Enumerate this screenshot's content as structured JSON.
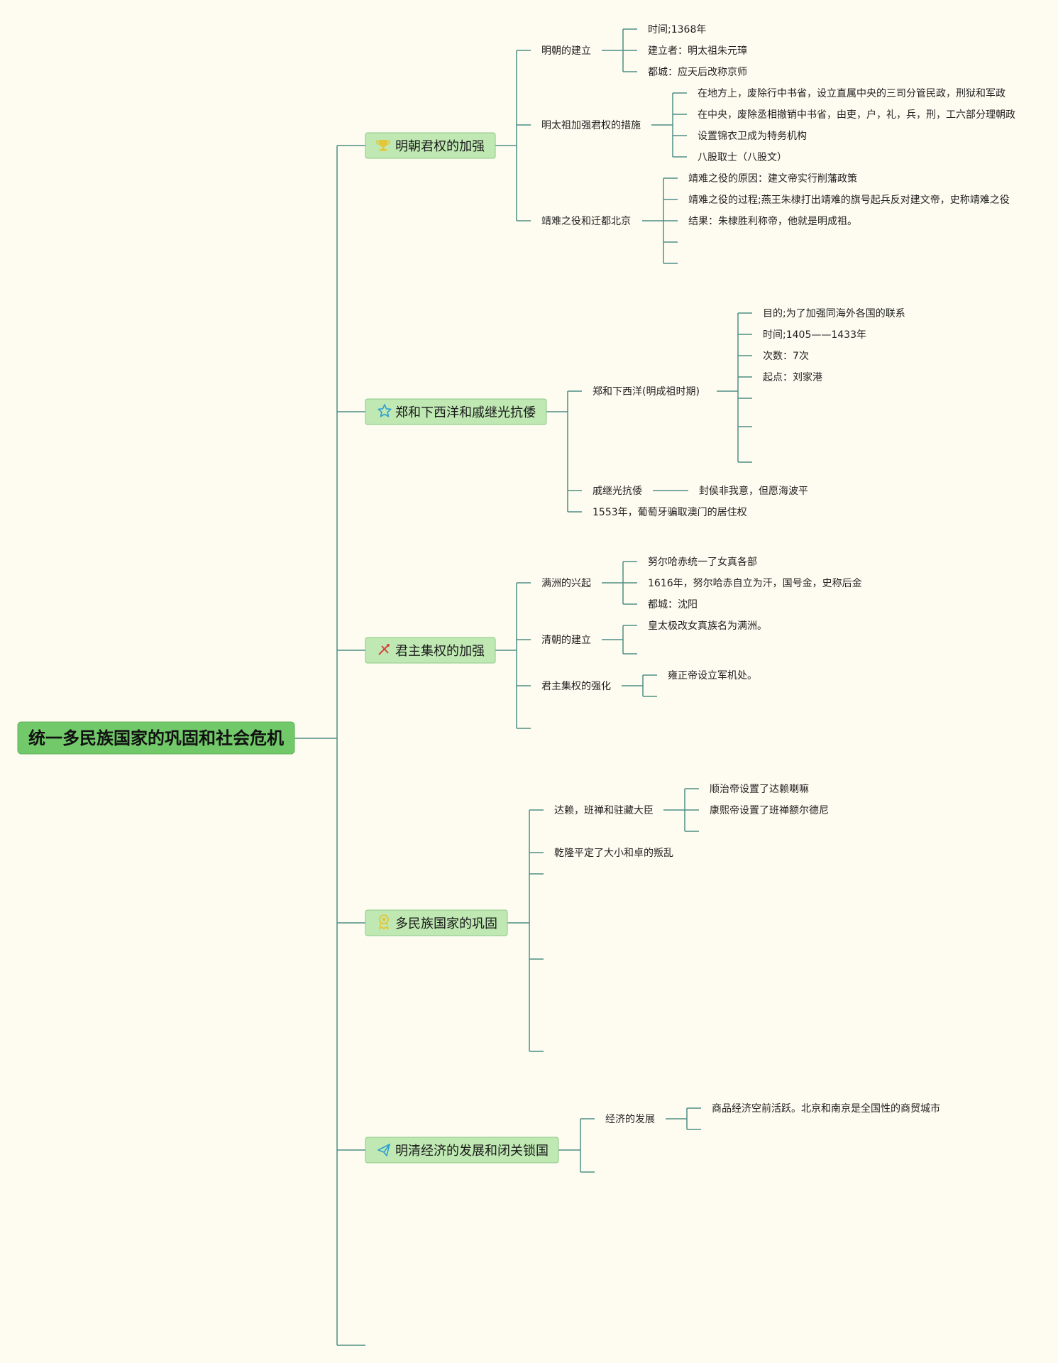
{
  "root": {
    "label": "统一多民族国家的巩固和社会危机"
  },
  "branches": [
    {
      "label": "明朝君权的加强",
      "icon": "trophy-icon",
      "icon_color": "#e4c637",
      "subs": [
        {
          "label": "明朝的建立",
          "leaves": [
            "时间;1368年",
            "建立者：明太祖朱元璋",
            "都城：应天后改称京师"
          ]
        },
        {
          "label": "明太祖加强君权的措施",
          "leaves": [
            "在地方上，废除行中书省，设立直属中央的三司分管民政，刑狱和军政",
            "在中央，废除丞相撤销中书省，由吏，户，礼，兵，刑，工六部分理朝政",
            "设置锦衣卫成为特务机构",
            "八股取士（八股文）"
          ]
        },
        {
          "label": "靖难之役和迁都北京",
          "leaves": [
            "靖难之役的原因：建文帝实行削藩政策",
            "靖难之役的过程;燕王朱棣打出靖难的旗号起兵反对建文帝，史称靖难之役",
            "结果：朱棣胜利称帝，他就是明成祖。",
            "",
            ""
          ]
        }
      ]
    },
    {
      "label": "郑和下西洋和戚继光抗倭",
      "icon": "star-icon",
      "icon_color": "#2f9fd0",
      "subs": [
        {
          "label": "郑和下西洋(明成祖时期)",
          "leaves": [
            "目的;为了加强同海外各国的联系",
            "时间;1405——1433年",
            "次数：7次",
            "起点：刘家港",
            "",
            "",
            ""
          ]
        },
        {
          "label": "戚继光抗倭",
          "leaves": [
            "封侯非我意，但愿海波平"
          ]
        },
        {
          "label": "1553年，葡萄牙骗取澳门的居住权",
          "leaves": []
        }
      ]
    },
    {
      "label": "君主集权的加强",
      "icon": "tools-icon",
      "icon_color": "#d6453f",
      "subs": [
        {
          "label": "满洲的兴起",
          "leaves": [
            "努尔哈赤统一了女真各部",
            "1616年，努尔哈赤自立为汗，国号金，史称后金",
            "都城：沈阳"
          ]
        },
        {
          "label": "清朝的建立",
          "leaves": [
            "皇太极改女真族名为满洲。",
            ""
          ]
        },
        {
          "label": "君主集权的强化",
          "leaves": [
            "雍正帝设立军机处。",
            ""
          ]
        },
        {
          "label": "",
          "leaves": []
        }
      ]
    },
    {
      "label": "多民族国家的巩固",
      "icon": "award-icon",
      "icon_color": "#e4c637",
      "subs": [
        {
          "label": "达赖，班禅和驻藏大臣",
          "leaves": [
            "顺治帝设置了达赖喇嘛",
            "康熙帝设置了班禅额尔德尼",
            ""
          ]
        },
        {
          "label": "乾隆平定了大小和卓的叛乱",
          "leaves": []
        },
        {
          "label": "",
          "leaves": []
        },
        {
          "label": "",
          "leaves": []
        },
        {
          "label": "",
          "leaves": []
        }
      ]
    },
    {
      "label": "明清经济的发展和闭关锁国",
      "icon": "paper-plane-icon",
      "icon_color": "#2f9fd0",
      "subs": [
        {
          "label": "经济的发展",
          "leaves": [
            "商品经济空前活跃。北京和南京是全国性的商贸城市",
            ""
          ]
        },
        {
          "label": "",
          "leaves": []
        }
      ]
    },
    {
      "label": "",
      "icon": "",
      "icon_color": "",
      "subs": []
    }
  ]
}
